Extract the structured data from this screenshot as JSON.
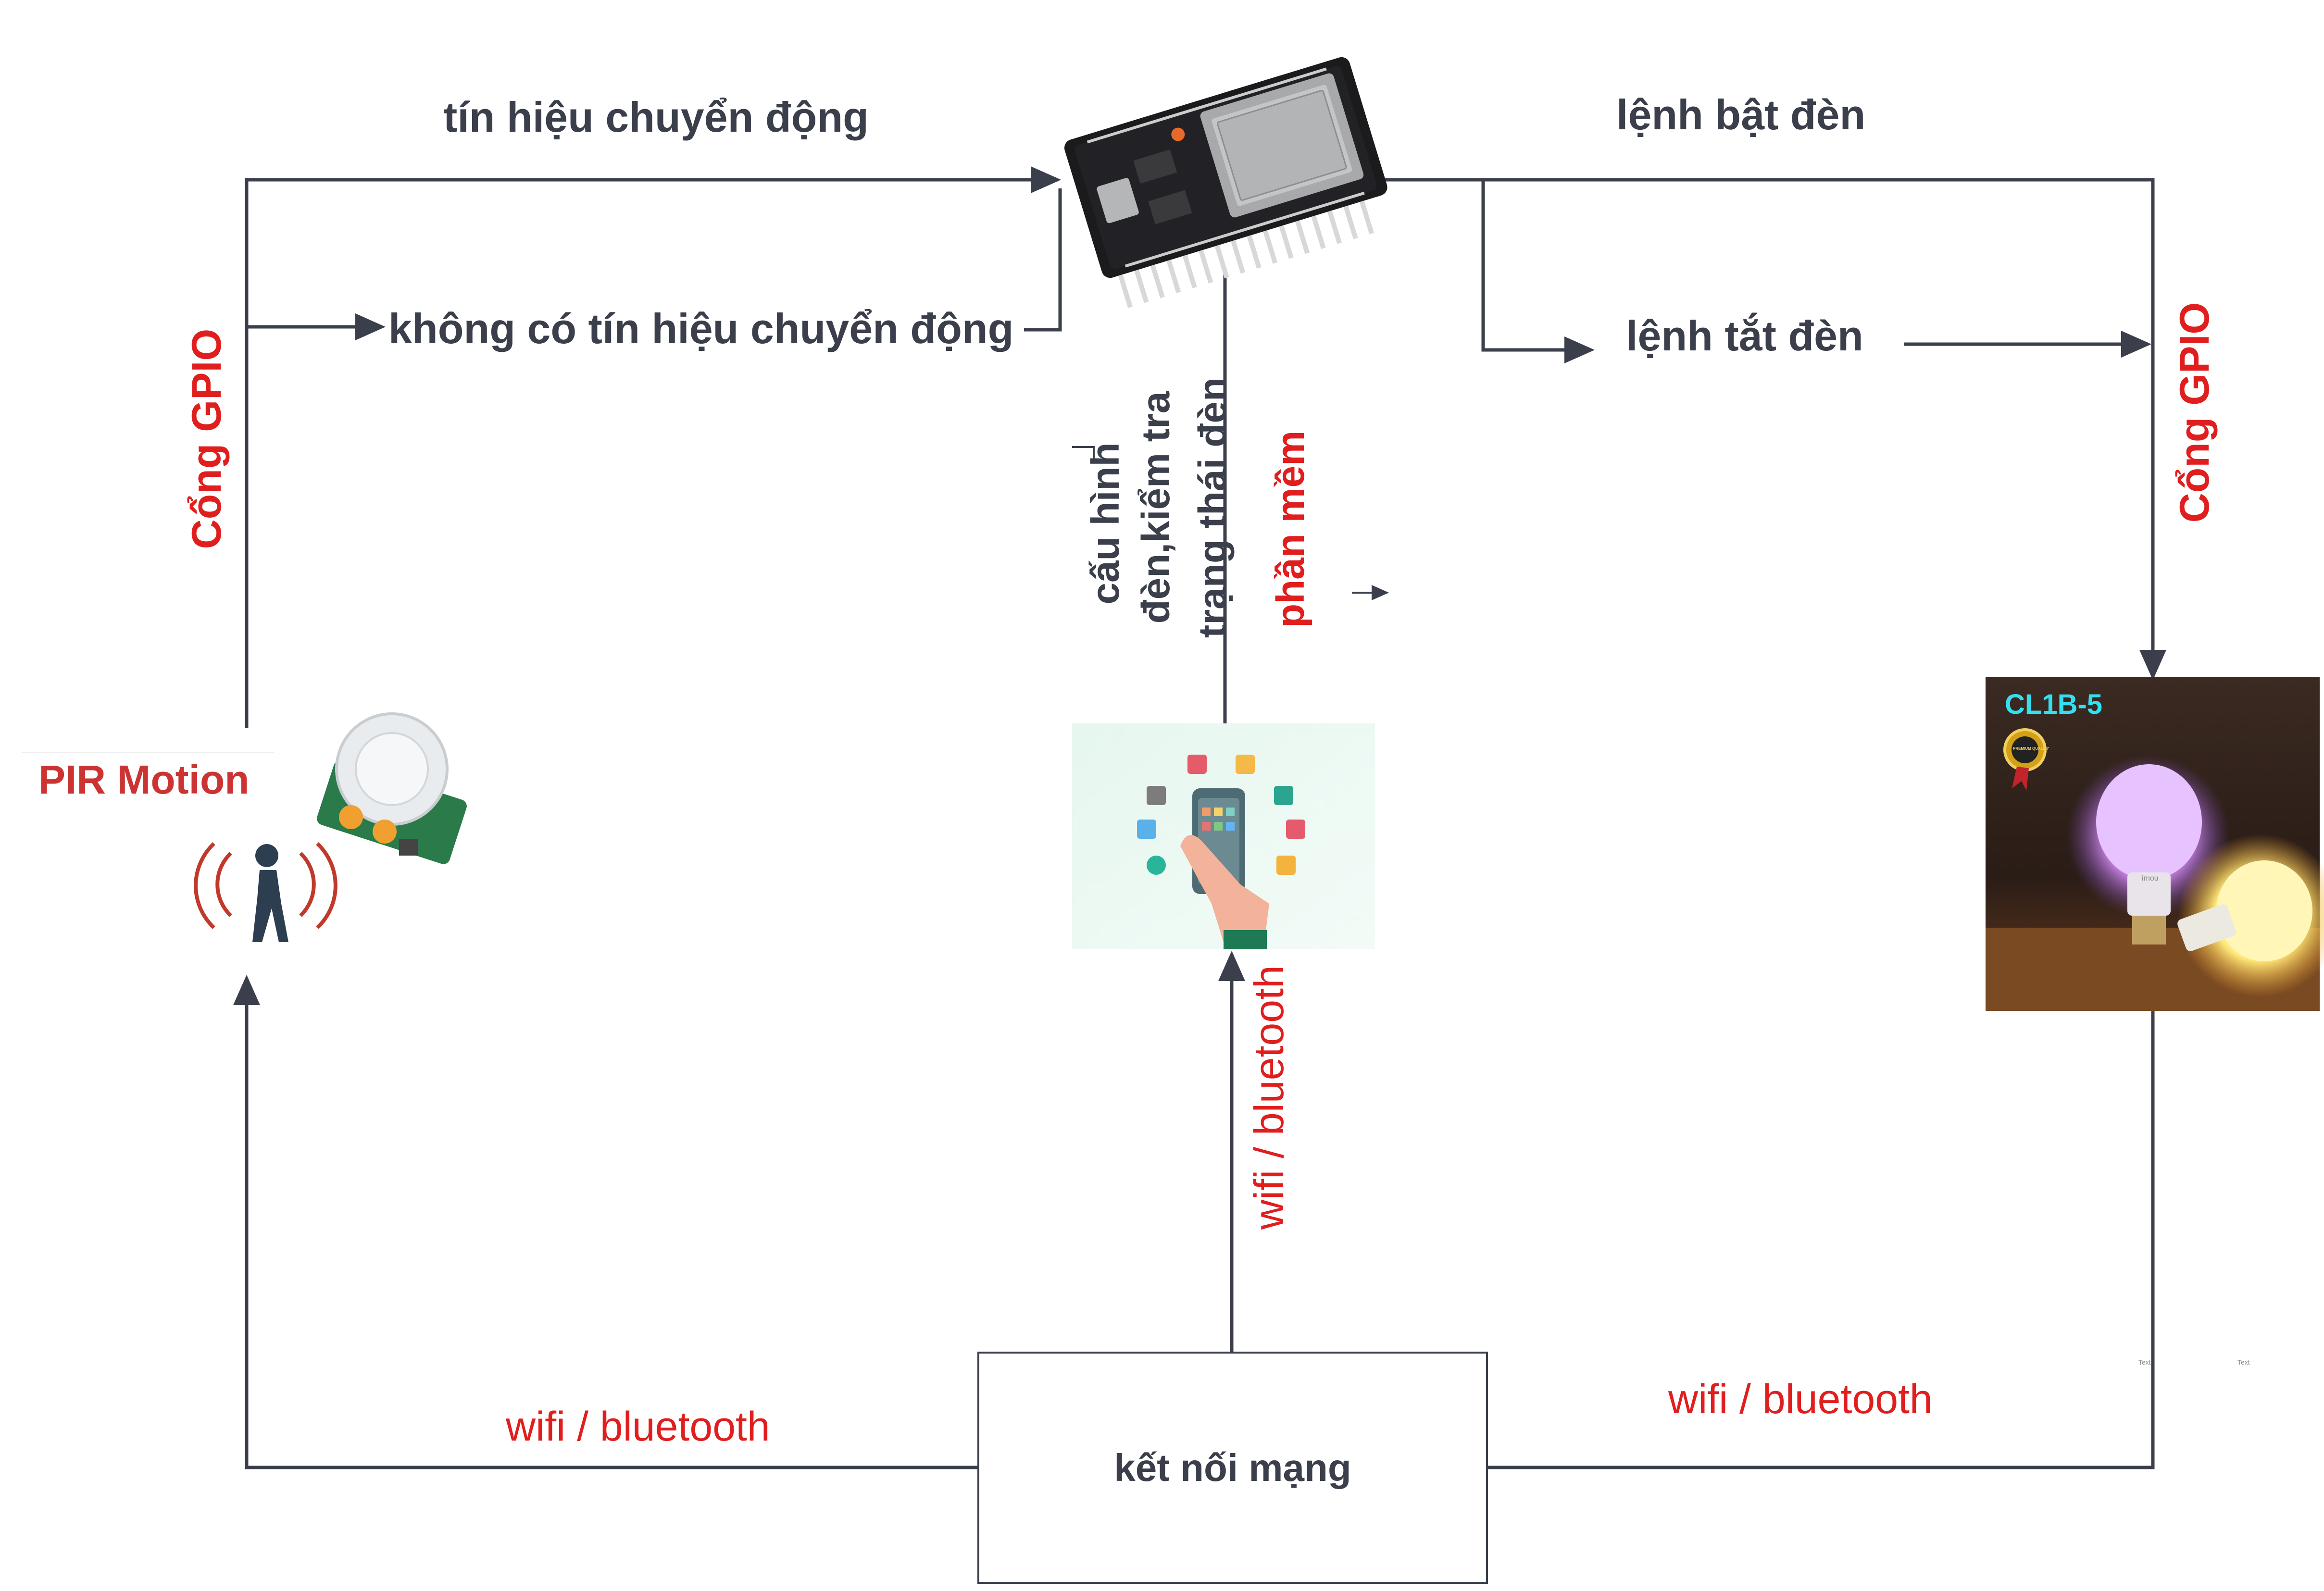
{
  "labels": {
    "motion_signal": "tín hiệu chuyển động",
    "no_motion_signal": "không có tín hiệu chuyển động",
    "light_on_cmd": "lệnh bật đèn",
    "light_off_cmd": "lệnh tắt đèn",
    "gpio_left": "Cổng GPIO",
    "gpio_right": "Cổng GPIO",
    "config_line1": "cấu hình",
    "config_line2": "đèn,kiểm tra",
    "config_line3": "trạng thái đèn",
    "software": "phần mềm",
    "wifi_left": "wifi / bluetooth",
    "wifi_center": "wifi / bluetooth",
    "wifi_right": "wifi / bluetooth",
    "network_box": "kết nối mạng",
    "pir_label": "PIR Motion",
    "bulb_model": "CL1B-5",
    "bulb_badge": "PREMIUM QUALITY",
    "bulb_brand": "imou",
    "tiny_text_1": "Text",
    "tiny_text_2": "Text"
  },
  "colors": {
    "line": "#3a3f4b",
    "accent_red": "#e01e1e",
    "pir_red": "#cc3333",
    "bulb_title": "#33e0f0"
  },
  "icons": {
    "controller": "esp32-board-icon",
    "app": "smartphone-apps-icon",
    "sensor": "pir-sensor-icon",
    "person": "walking-person-icon",
    "bulb": "smart-bulb-photo"
  }
}
